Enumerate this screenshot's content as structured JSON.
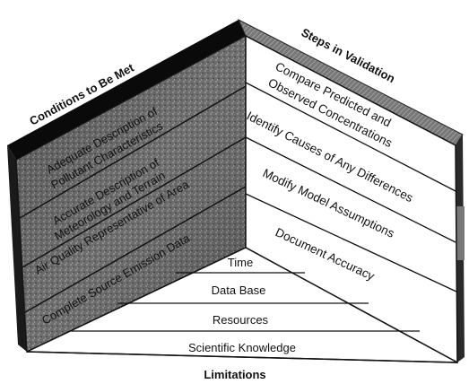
{
  "left_wall": {
    "header": "Conditions to Be Met",
    "items": [
      [
        "Adequate Description of",
        "Pollutant Characteristics"
      ],
      [
        "Accurate Description of",
        "Meteorology and Terrain"
      ],
      [
        "Air Quality Representative of Area"
      ],
      [
        "Complete Source Emission Data"
      ]
    ]
  },
  "right_wall": {
    "header": "Steps in Validation",
    "items": [
      [
        "Compare Predicted and",
        "Observed Concentrations"
      ],
      [
        "Identify Causes of Any Differences"
      ],
      [
        "Modify Model Assumptions"
      ],
      [
        "Document Accuracy"
      ]
    ]
  },
  "floor": {
    "footer": "Limitations",
    "items": [
      "Time",
      "Data Base",
      "Resources",
      "Scientific Knowledge"
    ]
  }
}
